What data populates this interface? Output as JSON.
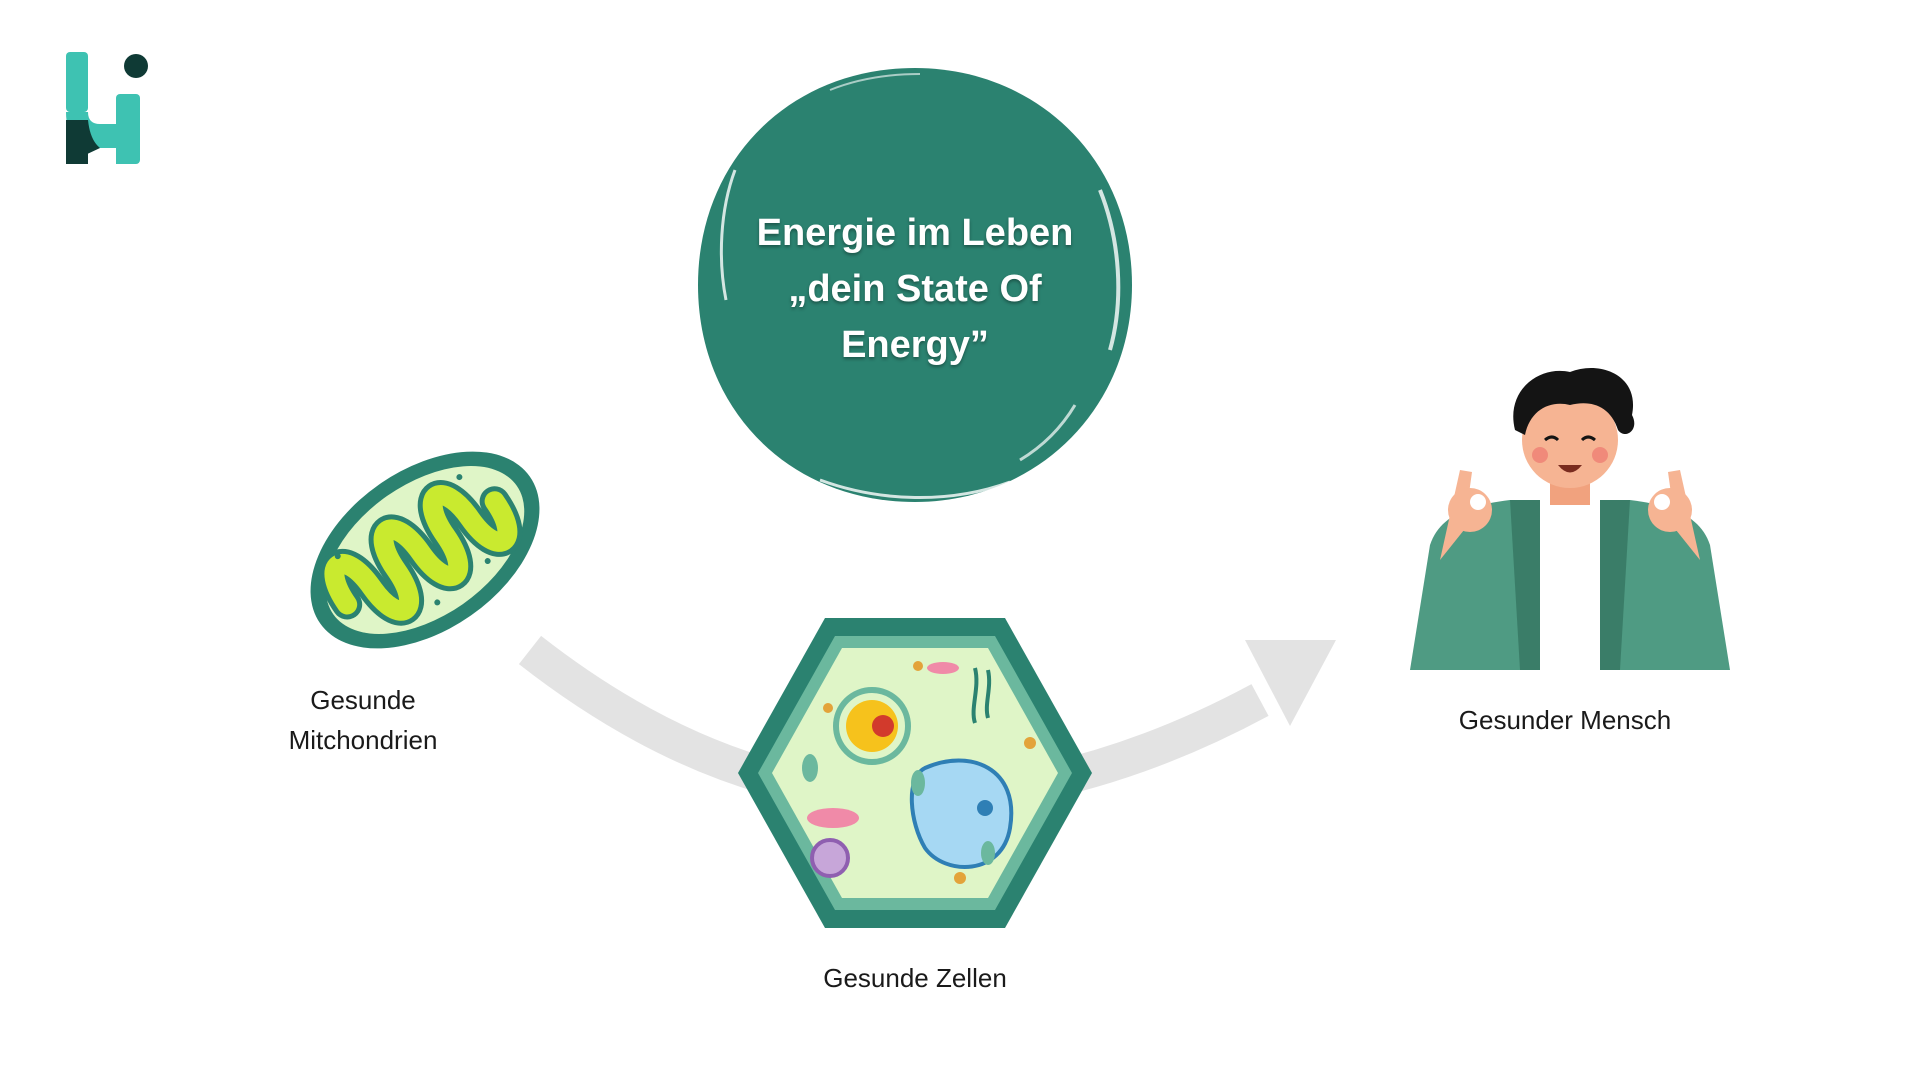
{
  "title": {
    "line1": "Energie im Leben",
    "line2": "„dein State Of",
    "line3": "Energy”"
  },
  "nodes": {
    "mitochondria": {
      "line1": "Gesunde",
      "line2": "Mitchondrien",
      "icon": "mitochondria-icon"
    },
    "cell": {
      "label": "Gesunde Zellen",
      "icon": "cell-icon"
    },
    "human": {
      "label": "Gesunder Mensch",
      "icon": "happy-person-icon"
    }
  },
  "colors": {
    "primary": "#2b8270",
    "logo_teal": "#3ec2b2",
    "logo_dark": "#0f3a35",
    "arrow": "#e3e3e3",
    "accent_lime": "#c9ea2f"
  }
}
